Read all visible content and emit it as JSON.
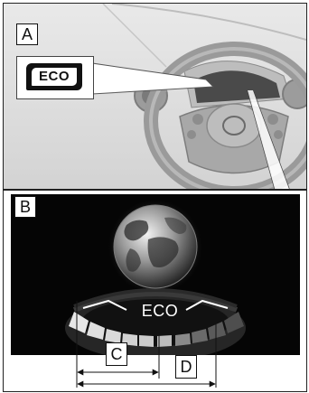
{
  "panel_a": {
    "label": "A",
    "indicator": {
      "text": "ECO",
      "icon": "eco-indicator-icon"
    }
  },
  "panel_b": {
    "label": "B",
    "display": {
      "globe_icon": "globe-icon",
      "eco_text": "ECO"
    },
    "dimensions": {
      "c": "C",
      "d": "D"
    }
  },
  "colors": {
    "display_bg": "#050505",
    "gauge_active": "#e0e0e0",
    "gauge_inactive": "#555555",
    "globe_dark": "#0f0f0f",
    "globe_light": "#c8c8c8"
  }
}
